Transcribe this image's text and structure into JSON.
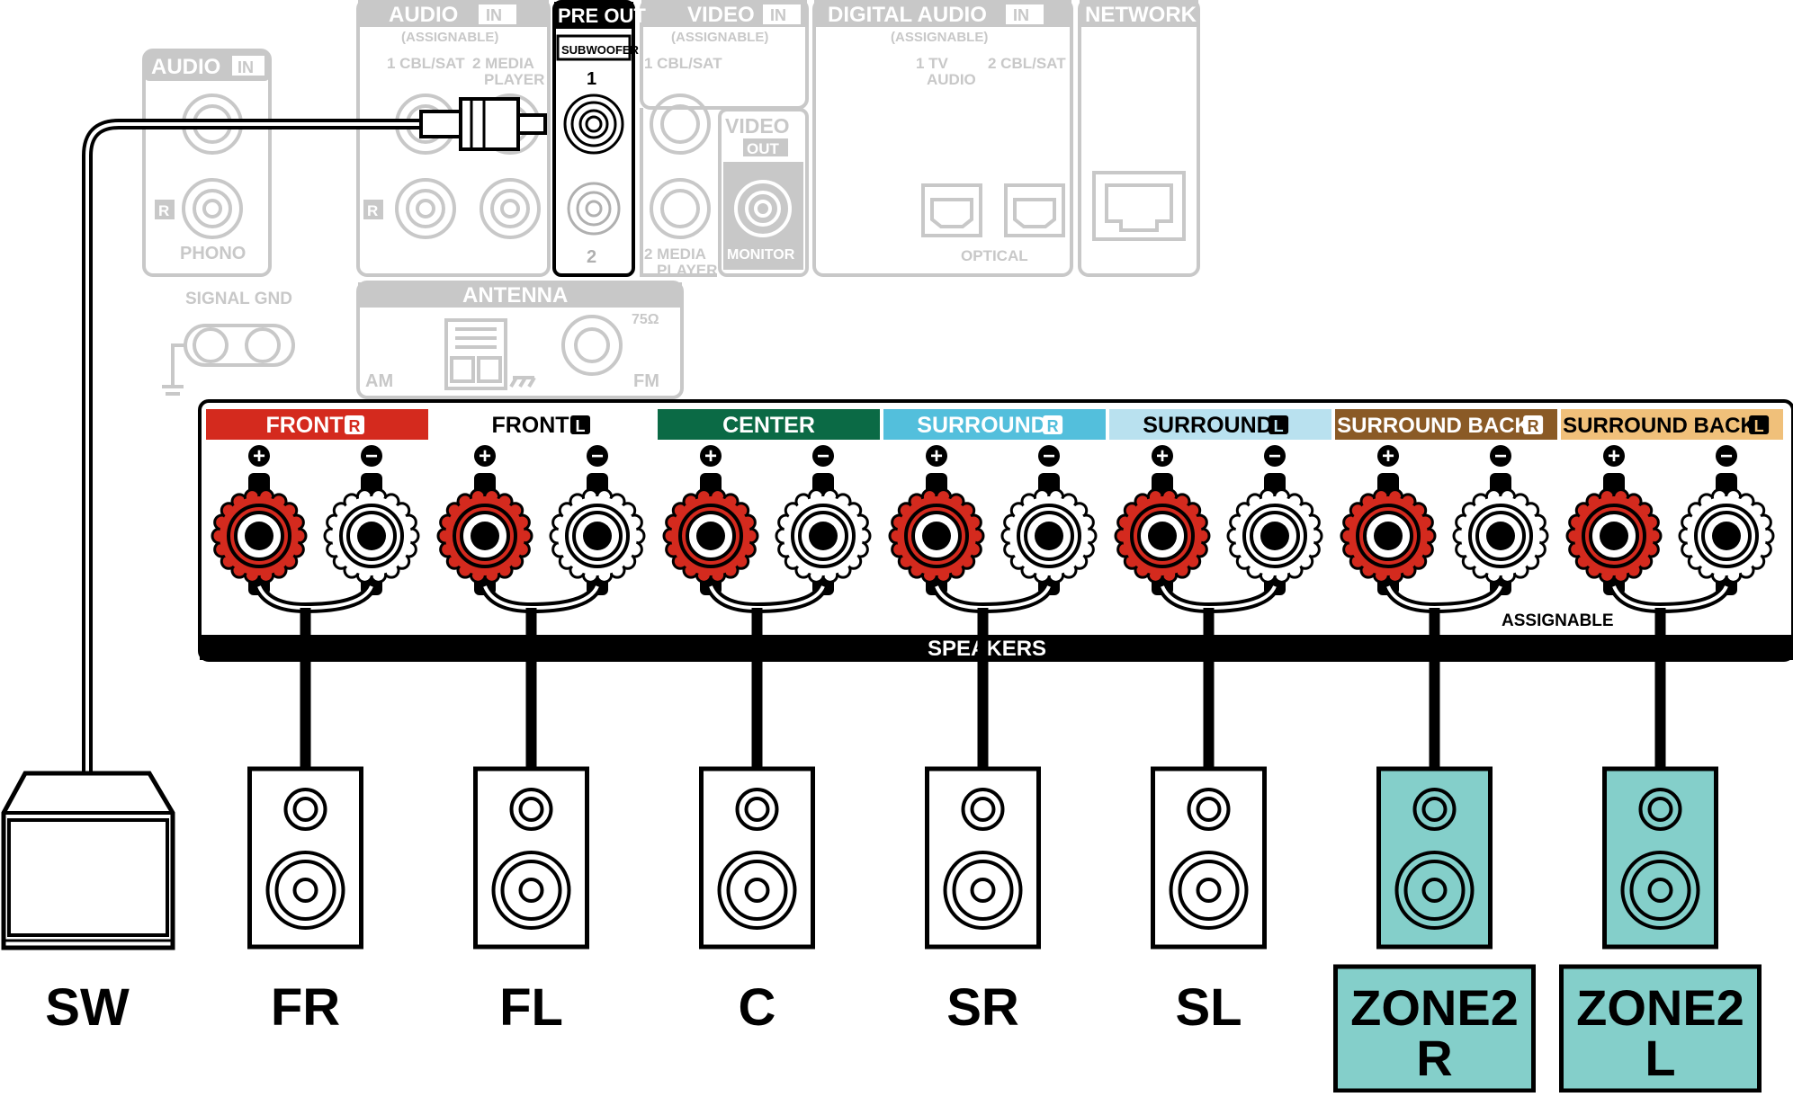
{
  "rear_panel": {
    "audio_in_left": {
      "title": "AUDIO",
      "in_badge": "IN",
      "channel_r": "R",
      "phono": "PHONO"
    },
    "signal_gnd": "SIGNAL GND",
    "audio_in": {
      "title": "AUDIO",
      "in_badge": "IN",
      "assignable": "(ASSIGNABLE)",
      "input1": "1 CBL/SAT",
      "input2_line1": "2 MEDIA",
      "input2_line2": "PLAYER",
      "channel_r": "R"
    },
    "pre_out": {
      "title": "PRE OUT",
      "subwoofer": "SUBWOOFER",
      "jack1": "1",
      "jack2": "2"
    },
    "video_in": {
      "title": "VIDEO",
      "in_badge": "IN",
      "assignable": "(ASSIGNABLE)",
      "input1": "1 CBL/SAT",
      "input2_line1": "2 MEDIA",
      "input2_line2": "PLAYER"
    },
    "video_out": {
      "title": "VIDEO",
      "out_badge": "OUT",
      "monitor": "MONITOR"
    },
    "digital_audio_in": {
      "title": "DIGITAL AUDIO",
      "in_badge": "IN",
      "assignable": "(ASSIGNABLE)",
      "input1_line1": "1   TV",
      "input1_line2": "AUDIO",
      "input2": "2 CBL/SAT",
      "optical": "OPTICAL"
    },
    "network": {
      "title": "NETWORK"
    },
    "antenna": {
      "title": "ANTENNA",
      "am": "AM",
      "fm": "FM",
      "ohm": "75Ω"
    }
  },
  "speaker_block": {
    "title": "SPEAKERS",
    "assignable": "ASSIGNABLE",
    "plus_symbol": "+",
    "minus_symbol": "−",
    "channels": [
      {
        "label": "FRONT",
        "side": "R",
        "header_color": "#d42a1e",
        "text_color": "#ffffff"
      },
      {
        "label": "FRONT",
        "side": "L",
        "header_color": "#ffffff",
        "text_color": "#000000"
      },
      {
        "label": "CENTER",
        "side": "",
        "header_color": "#0b6a45",
        "text_color": "#ffffff"
      },
      {
        "label": "SURROUND",
        "side": "R",
        "header_color": "#53bfdc",
        "text_color": "#ffffff"
      },
      {
        "label": "SURROUND",
        "side": "L",
        "header_color": "#b9e1ef",
        "text_color": "#000000"
      },
      {
        "label": "SURROUND BACK",
        "side": "R",
        "header_color": "#8a5a26",
        "text_color": "#ffffff"
      },
      {
        "label": "SURROUND BACK",
        "side": "L",
        "header_color": "#f0c07a",
        "text_color": "#000000"
      }
    ]
  },
  "speakers": [
    {
      "label": "SW",
      "type": "subwoofer",
      "fill": "#ffffff"
    },
    {
      "label": "FR",
      "type": "speaker",
      "fill": "#ffffff"
    },
    {
      "label": "FL",
      "type": "speaker",
      "fill": "#ffffff"
    },
    {
      "label": "C",
      "type": "speaker",
      "fill": "#ffffff"
    },
    {
      "label": "SR",
      "type": "speaker",
      "fill": "#ffffff"
    },
    {
      "label": "SL",
      "type": "speaker",
      "fill": "#ffffff"
    },
    {
      "label": "ZONE2",
      "sublabel": "R",
      "type": "speaker",
      "fill": "#84cfca"
    },
    {
      "label": "ZONE2",
      "sublabel": "L",
      "type": "speaker",
      "fill": "#84cfca"
    }
  ],
  "colors": {
    "panel_gray": "#c8c8c8",
    "red_terminal": "#d42a1e",
    "zone_fill": "#84cfca"
  }
}
